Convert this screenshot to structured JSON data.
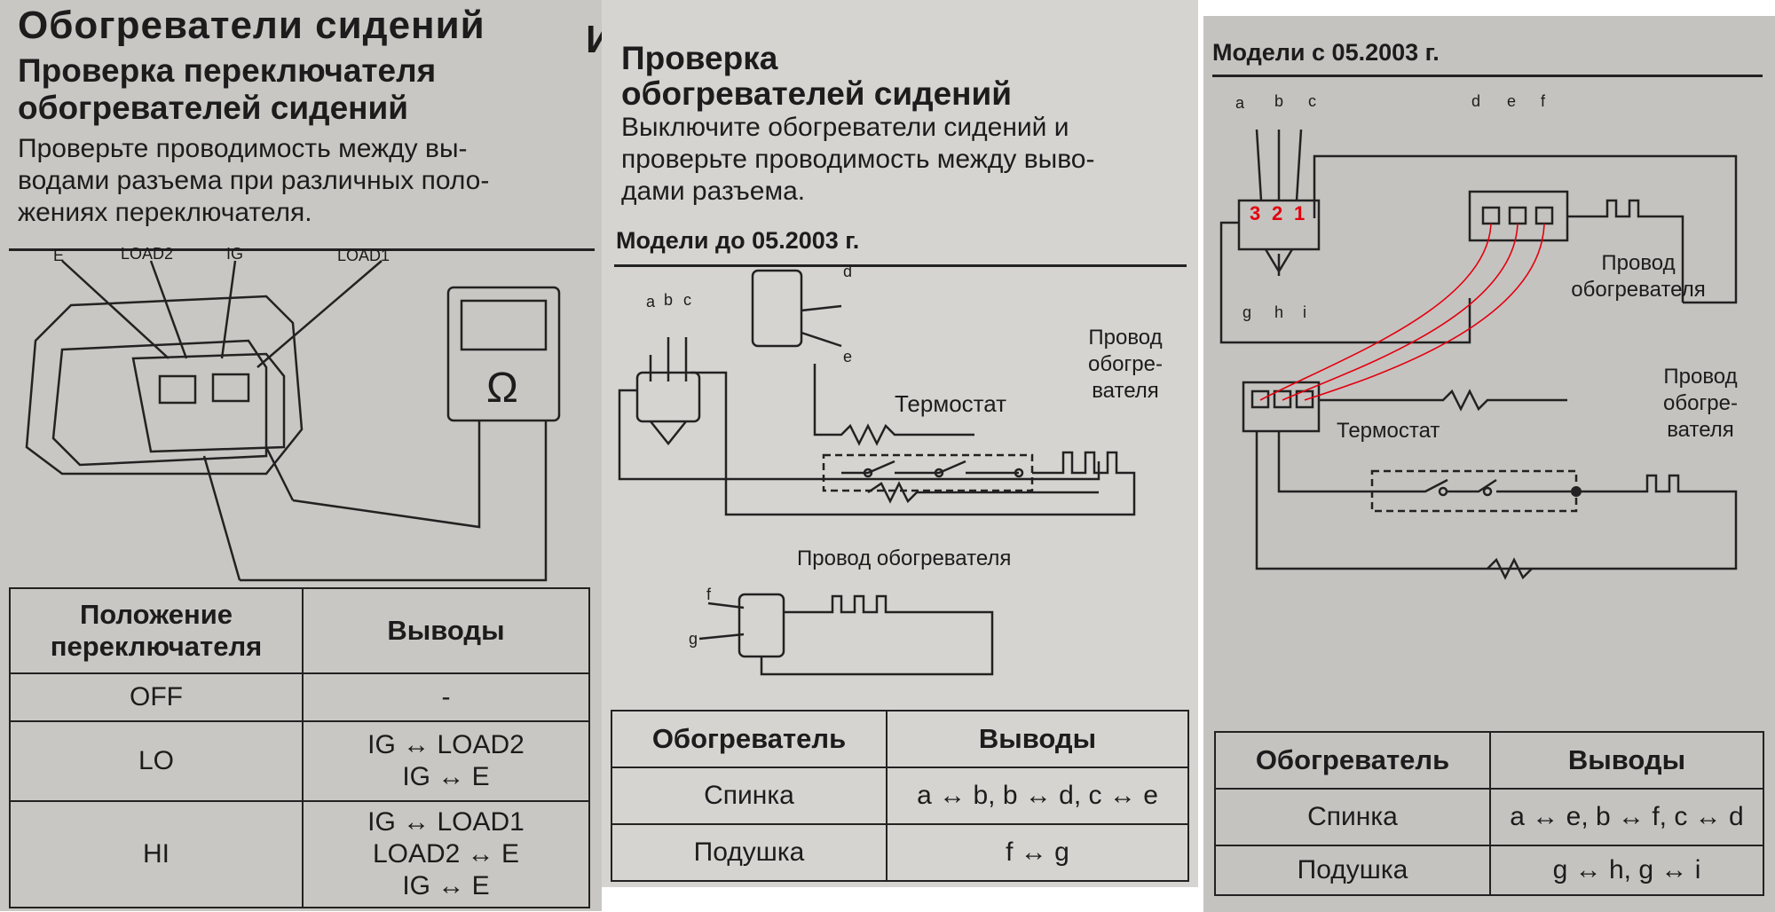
{
  "left_page": {
    "title": "Обогреватели сидений",
    "section_title_l1": "Проверка переключателя",
    "section_title_l2": "обогревателей сидений",
    "instruction_l1": "Проверьте проводимость между вы-",
    "instruction_l2": "водами разъема при различных поло-",
    "instruction_l3": "жениях переключателя.",
    "next_title_fragment": "И",
    "diagram_labels": {
      "e": "E",
      "load2": "LOAD2",
      "ig": "IG",
      "load1": "LOAD1",
      "ohm": "Ω"
    },
    "table": {
      "col1_l1": "Положение",
      "col1_l2": "переключателя",
      "col2": "Выводы",
      "rows": [
        {
          "pos": "OFF",
          "t1": "-",
          "t2": "",
          "t3": ""
        },
        {
          "pos": "LO",
          "t1": "IG ↔ LOAD2",
          "t2": "IG ↔ E",
          "t3": ""
        },
        {
          "pos": "HI",
          "t1": "IG ↔ LOAD1",
          "t2": "LOAD2 ↔ E",
          "t3": "IG ↔ E"
        }
      ]
    }
  },
  "middle_page": {
    "title_l1": "Проверка",
    "title_l2": "обогревателей сидений",
    "instruction_l1": "Выключите обогреватели сидений и",
    "instruction_l2": "проверьте проводимость между выво-",
    "instruction_l3": "дами разъема.",
    "models_title": "Модели до 05.2003 г.",
    "labels": {
      "a": "a",
      "b": "b",
      "c": "c",
      "d": "d",
      "e": "e",
      "f": "f",
      "g": "g"
    },
    "heater_wire_l1": "Провод",
    "heater_wire_l2": "обогре-",
    "heater_wire_l3": "вателя",
    "thermostat": "Термостат",
    "heater_wire_bottom": "Провод обогревателя",
    "table": {
      "col1": "Обогреватель",
      "col2": "Выводы",
      "rows": [
        {
          "name": "Спинка",
          "value": "a ↔ b, b ↔ d, c ↔ e"
        },
        {
          "name": "Подушка",
          "value": "f ↔ g"
        }
      ]
    }
  },
  "right_page": {
    "models_title": "Модели с 05.2003 г.",
    "labels": {
      "a": "a",
      "b": "b",
      "c": "c",
      "d": "d",
      "e": "e",
      "f": "f",
      "g": "g",
      "h": "h",
      "i": "i"
    },
    "pin_numbers": [
      "3",
      "2",
      "1"
    ],
    "heater_wire_top_l1": "Провод",
    "heater_wire_top_l2": "обогревателя",
    "heater_wire_l1": "Провод",
    "heater_wire_l2": "обогре-",
    "heater_wire_l3": "вателя",
    "thermostat": "Термостат",
    "table": {
      "col1": "Обогреватель",
      "col2": "Выводы",
      "rows": [
        {
          "name": "Спинка",
          "value": "a ↔ e, b ↔ f, c ↔ d"
        },
        {
          "name": "Подушка",
          "value": "g ↔ h, g ↔ i"
        }
      ]
    },
    "annotation_color": "#e3000f"
  },
  "page_border_colors": {
    "left": "#c9c7c3",
    "middle": "#d6d4d1",
    "right": "#c5c3c0"
  }
}
